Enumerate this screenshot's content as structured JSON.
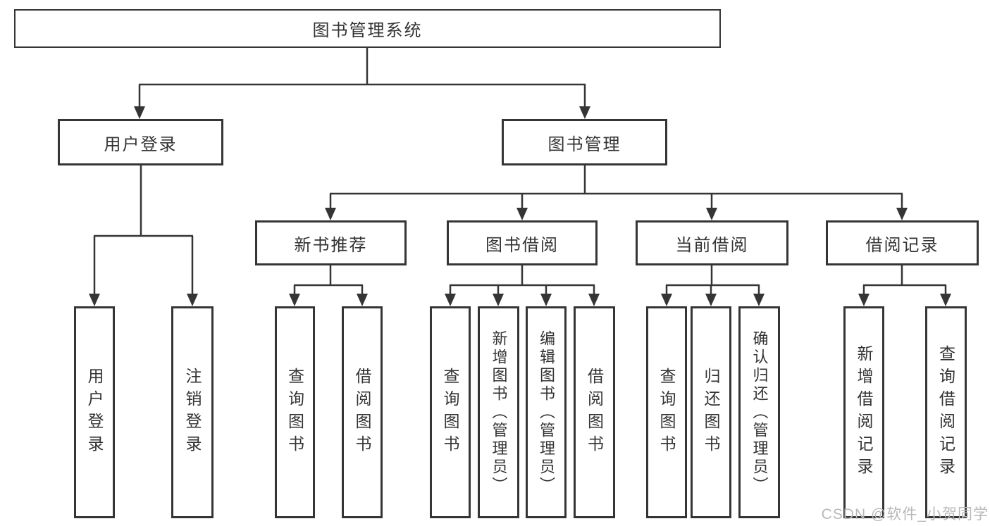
{
  "diagram": {
    "type": "hierarchy-chart",
    "colors": {
      "line": "#353535",
      "box_border": "#353535",
      "box_fill": "#ffffff",
      "text": "#333333",
      "watermark_text": "#b9b9b9"
    },
    "tree": {
      "root": {
        "label": "图书管理系统",
        "children": [
          {
            "label": "用户登录",
            "children": [
              {
                "label": "用户登录"
              },
              {
                "label": "注销登录"
              }
            ]
          },
          {
            "label": "图书管理",
            "children": [
              {
                "label": "新书推荐",
                "children": [
                  {
                    "label": "查询图书"
                  },
                  {
                    "label": "借阅图书"
                  }
                ]
              },
              {
                "label": "图书借阅",
                "children": [
                  {
                    "label": "查询图书"
                  },
                  {
                    "label": "新增图书（管理员）"
                  },
                  {
                    "label": "编辑图书（管理员）"
                  },
                  {
                    "label": "借阅图书"
                  }
                ]
              },
              {
                "label": "当前借阅",
                "children": [
                  {
                    "label": "查询图书"
                  },
                  {
                    "label": "归还图书"
                  },
                  {
                    "label": "确认归还（管理员）"
                  }
                ]
              },
              {
                "label": "借阅记录",
                "children": [
                  {
                    "label": "新增借阅记录"
                  },
                  {
                    "label": "查询借阅记录"
                  }
                ]
              }
            ]
          }
        ]
      }
    },
    "watermark": "CSDN @软件_小贺同学"
  }
}
